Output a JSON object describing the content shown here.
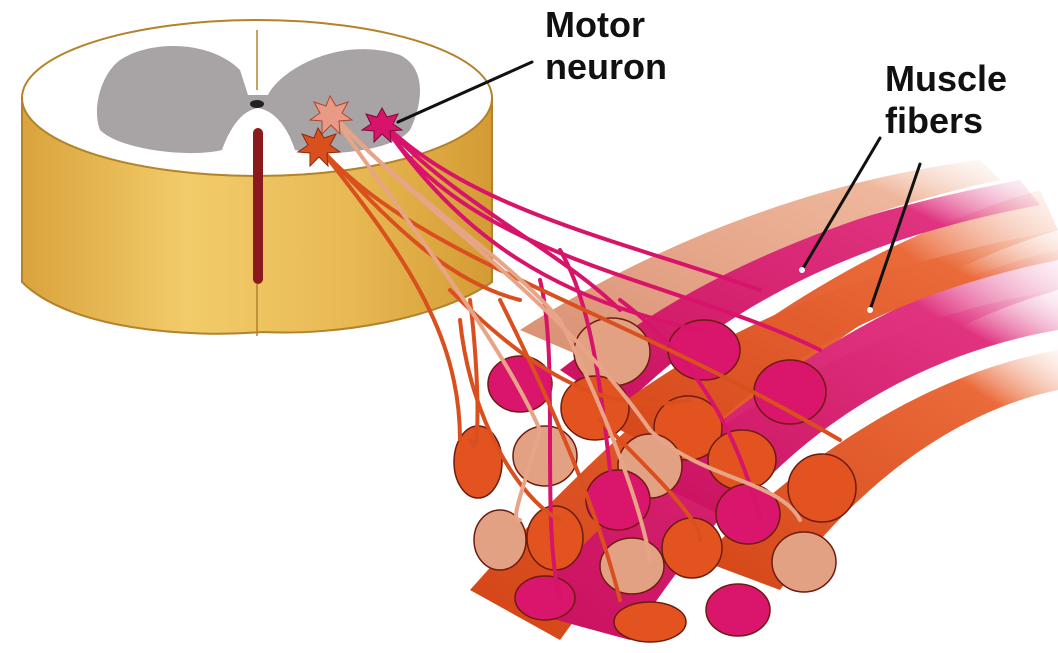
{
  "labels": {
    "motor_neuron": [
      "Motor",
      "neuron"
    ],
    "muscle_fibers": [
      "Muscle",
      "fibers"
    ]
  },
  "colors": {
    "spinal_cord_side": "#e6b94f",
    "spinal_cord_top": "#ffffff",
    "gray_matter": "#a9a5a6",
    "central_canal": "#8a1a1c",
    "neuron_light": "#e89a86",
    "neuron_orange": "#d9501e",
    "neuron_magenta": "#d8136a",
    "fiber_magenta": "#d9156c",
    "fiber_orange": "#e2531f",
    "fiber_peach": "#e3a184",
    "leader_line": "#111111"
  }
}
